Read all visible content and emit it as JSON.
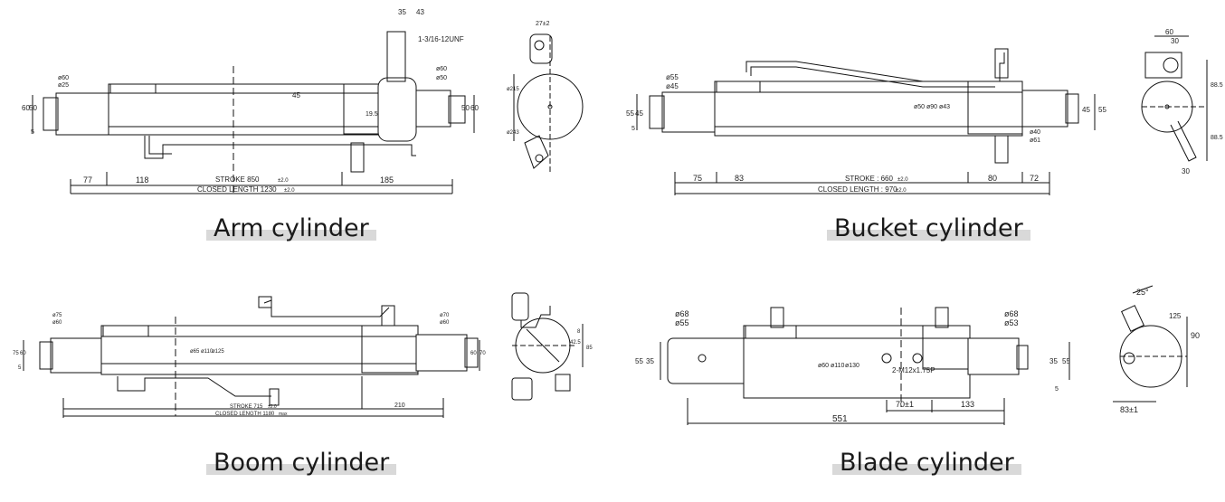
{
  "panels": [
    {
      "caption": "Arm cylinder",
      "dims": {
        "top_a": "35",
        "top_b": "43",
        "thread": "1-3/16-12UNF",
        "d_left_1": "ø60",
        "d_left_2": "ø25",
        "d_right_1": "ø60",
        "d_right_2": "ø50",
        "rod": "45",
        "inner": "19.5",
        "h1": "60",
        "h2": "50",
        "h3": "5",
        "h4": "50",
        "h5": "60",
        "bot_1": "77",
        "bot_2": "118",
        "bot_3": "185",
        "stroke": "STROKE 850",
        "stroke_tol": "±2.0",
        "closed": "CLOSED LENGTH 1230",
        "closed_tol": "±2.0",
        "end_top": "27±2",
        "end_d1": "ø215",
        "end_d2": "ø243"
      }
    },
    {
      "caption": "Bucket cylinder",
      "dims": {
        "d_left_1": "ø55",
        "d_left_2": "ø45",
        "rod_1": "ø50",
        "rod_2": "ø90",
        "rod_3": "ø43",
        "d_right_1": "ø40",
        "d_right_2": "ø61",
        "h1": "55",
        "h2": "45",
        "h3": "5",
        "h4": "45",
        "h5": "55",
        "bot_1": "75",
        "bot_2": "83",
        "bot_3": "80",
        "bot_4": "72",
        "stroke": "STROKE : 660",
        "stroke_tol": "±2.0",
        "closed": "CLOSED LENGTH : 970",
        "closed_tol": "±2.0",
        "end_top_1": "60",
        "end_top_2": "30",
        "end_r1": "88.5",
        "end_r2": "88.5",
        "end_bot": "30"
      }
    },
    {
      "caption": "Boom cylinder",
      "dims": {
        "d_left_1": "ø75",
        "d_left_2": "ø60",
        "d_right_1": "ø70",
        "d_right_2": "ø60",
        "rod_1": "ø65",
        "rod_2": "ø110",
        "rod_3": "ø125",
        "h1": "75",
        "h2": "60",
        "h3": "5",
        "h4": "60",
        "h5": "70",
        "bot_1": "210",
        "stroke": "STROKE 715",
        "stroke_tol": "±2.0",
        "closed": "CLOSED LENGTH 1180",
        "closed_tol": "max",
        "end_r1": "42.5",
        "end_r2": "8",
        "end_r3": "85"
      }
    },
    {
      "caption": "Blade cylinder",
      "dims": {
        "d_left_1": "ø68",
        "d_left_2": "ø55",
        "d_right_1": "ø68",
        "d_right_2": "ø53",
        "rod_1": "ø60",
        "rod_2": "ø110",
        "rod_3": "ø130",
        "thread": "2-M12x1.75P",
        "h1": "55",
        "h2": "35",
        "h3": "5",
        "h4": "35",
        "h5": "55",
        "bot_1": "70±1",
        "bot_2": "133",
        "total": "551",
        "end_angle": "25°",
        "end_r1": "125",
        "end_r2": "90",
        "end_bot": "83±1"
      }
    }
  ]
}
